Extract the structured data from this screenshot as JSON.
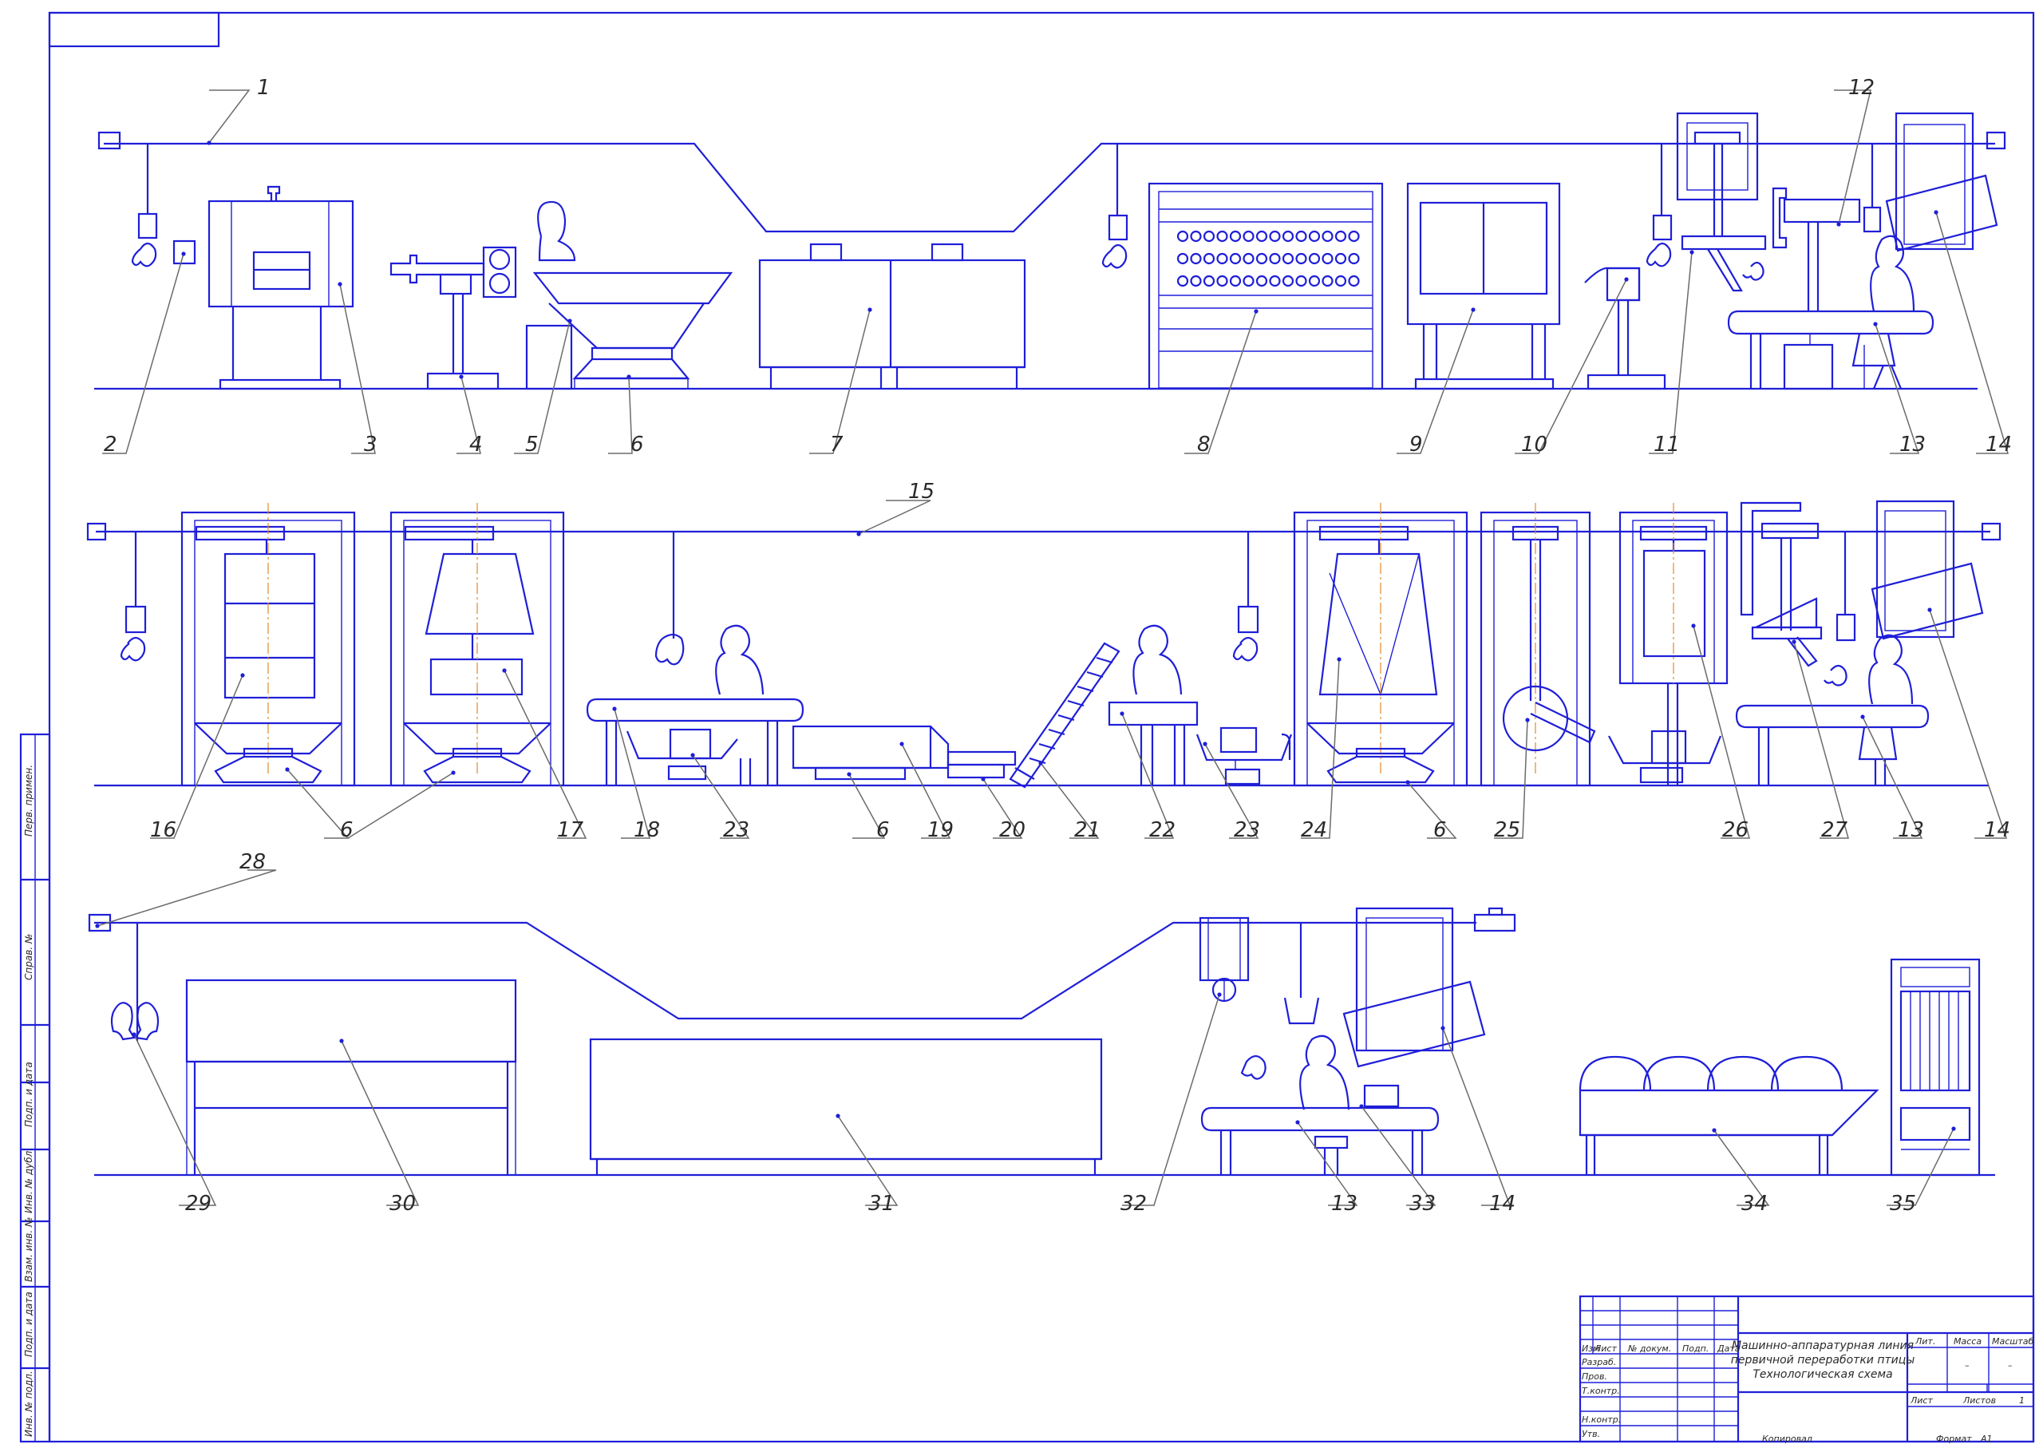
{
  "callouts": [
    "1",
    "2",
    "3",
    "4",
    "5",
    "6",
    "7",
    "8",
    "9",
    "10",
    "11",
    "12",
    "13",
    "14",
    "15",
    "16",
    "17",
    "18",
    "19",
    "20",
    "21",
    "22",
    "23",
    "24",
    "25",
    "26",
    "27",
    "28",
    "29",
    "30",
    "31",
    "32",
    "33",
    "34",
    "35"
  ],
  "title_block": {
    "title_line1": "Машинно-аппаратурная линия",
    "title_line2": "первичной переработки птицы",
    "title_line3": "Технологическая схема",
    "col_izm": "Изм",
    "col_list": "Лист",
    "col_doc": "№ докум.",
    "col_sign": "Подп.",
    "col_date": "Дата",
    "row_razrab": "Разраб.",
    "row_prov": "Пров.",
    "row_tkontr": "Т.контр.",
    "row_nkontr": "Н.контр.",
    "row_utv": "Утв.",
    "lit": "Лит.",
    "massa": "Масса",
    "masshtab": "Масштаб",
    "massa_val": "–",
    "masshtab_val": "–",
    "sheet": "Лист",
    "sheets": "Листов",
    "sheets_val": "1",
    "copied": "Копировал",
    "format": "Формат",
    "format_val": "А1"
  },
  "side_stamps": {
    "perv_primen": "Перв. примен.",
    "sprav": "Справ. №",
    "podp_data_1": "Подп. и дата",
    "inv_dubl": "Инв. № дубл.",
    "vzam_inv": "Взам. инв. №",
    "podp_data_2": "Подп. и дата",
    "inv_podl": "Инв. № подл."
  }
}
